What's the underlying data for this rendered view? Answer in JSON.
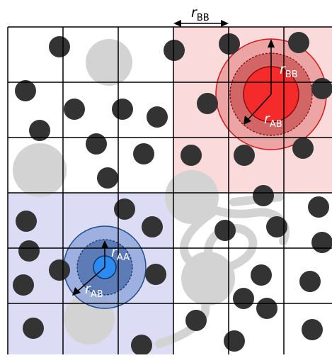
{
  "colors": {
    "background": "#ffffff",
    "grid_line": "#000000",
    "particle": "#333333",
    "large_particle": "#d3d3d3",
    "region_b_fill": "#fadada",
    "region_a_fill": "#dcdcf5",
    "b_outer": "#e27878",
    "b_mid": "#cd5a5a",
    "b_core": "#f52a2a",
    "b_stroke": "#d11a1a",
    "a_outer": "#8aa2d8",
    "a_mid": "#5576b2",
    "a_core": "#2b8bf0",
    "a_stroke": "#1d4e8e"
  },
  "annotations": {
    "top_scale": {
      "symbol": "r",
      "subscript": "BB"
    },
    "red_inner_radius": {
      "symbol": "r",
      "subscript": "BB"
    },
    "red_outer_radius": {
      "symbol": "r",
      "subscript": "AB"
    },
    "blue_inner_radius": {
      "symbol": "r",
      "subscript": "AA"
    },
    "blue_outer_radius": {
      "symbol": "r",
      "subscript": "AB"
    }
  }
}
